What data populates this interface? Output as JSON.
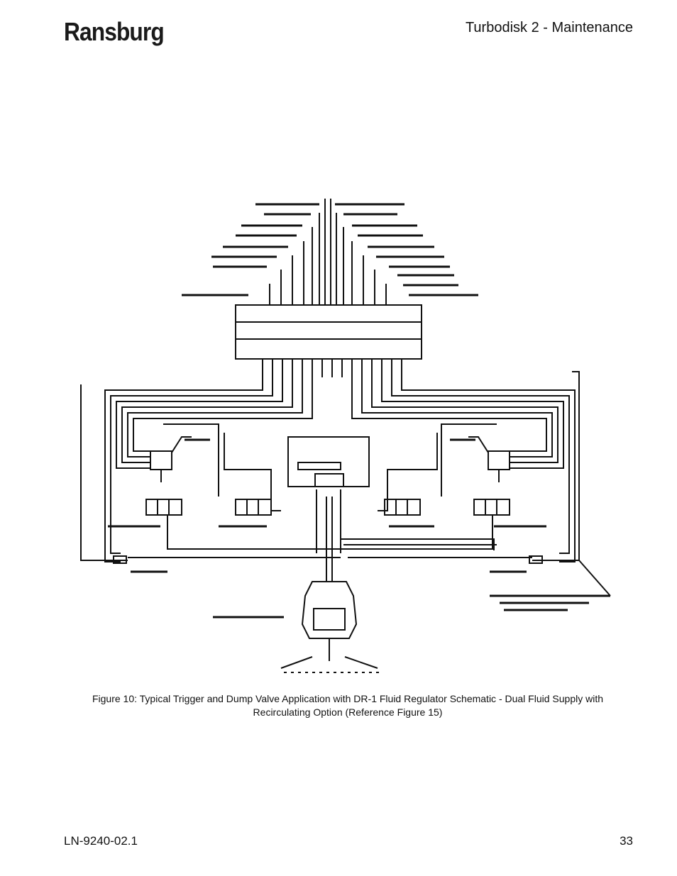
{
  "header": {
    "logo_text": "Ransburg",
    "doc_title": "Turbodisk 2 - Maintenance"
  },
  "figure": {
    "caption_line1": "Figure 10:  Typical Trigger and Dump Valve Application with DR-1 Fluid Regulator Schematic - Dual Fluid Supply with",
    "caption_line2": "Recirculating Option (Reference Figure 15)"
  },
  "footer": {
    "doc_number": "LN-9240-02.1",
    "page_number": "33"
  }
}
